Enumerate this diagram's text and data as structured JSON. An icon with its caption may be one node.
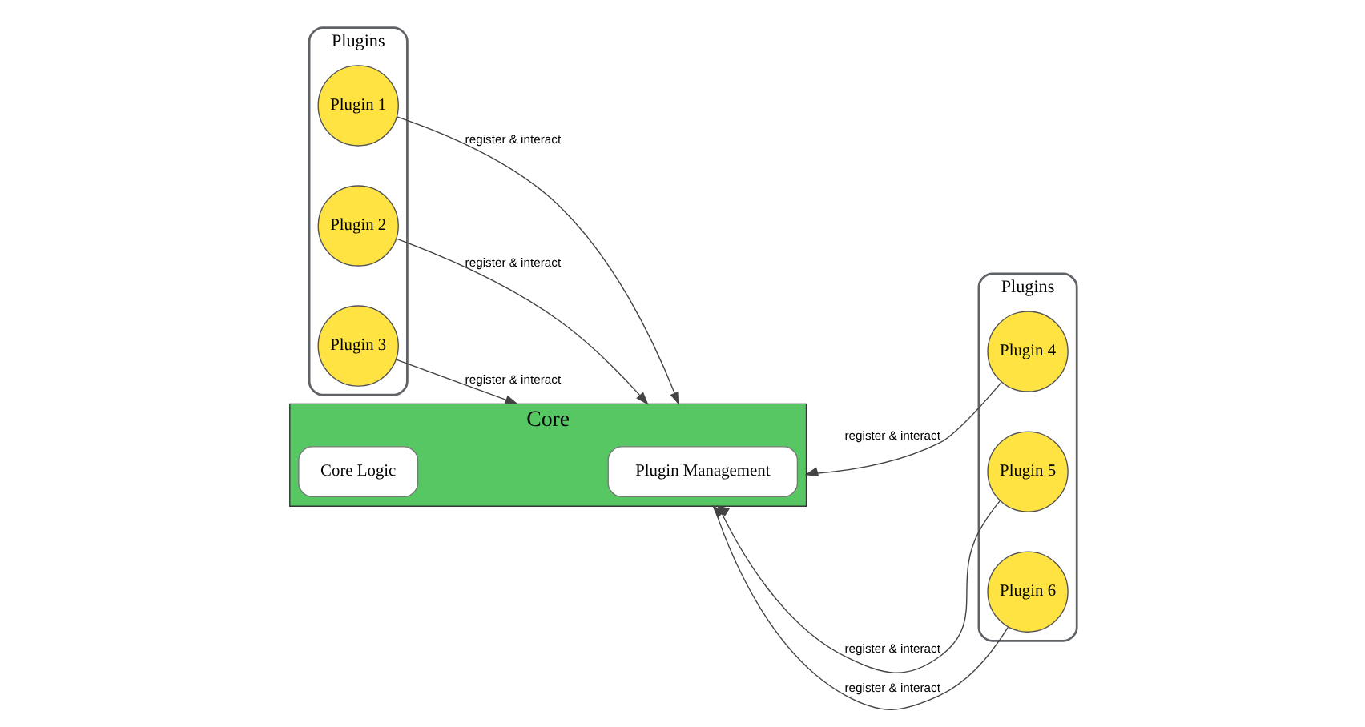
{
  "diagram": {
    "nodes": [
      {
        "text": [
          "Plugins"
        ]
      },
      {
        "text": [
          "Plugin 1"
        ],
        "in": 0
      },
      {
        "text": [
          "Plugin 2"
        ],
        "in": 0
      },
      {
        "text": [
          "Plugin 3"
        ],
        "in": 0
      },
      {
        "text": [
          "Core"
        ]
      },
      {
        "text": [
          "Core Logic"
        ],
        "in": 4
      },
      {
        "text": [
          "Plugin Management"
        ],
        "in": 4
      },
      {
        "text": [
          "Plugins"
        ]
      },
      {
        "text": [
          "Plugin 4"
        ],
        "in": 7
      },
      {
        "text": [
          "Plugin 5"
        ],
        "in": 7
      },
      {
        "text": [
          "Plugin 6"
        ],
        "in": 7
      }
    ],
    "edges": [
      {
        "from": 1,
        "to": 4,
        "arrow": "to",
        "label": "register & interact"
      },
      {
        "from": 2,
        "to": 4,
        "arrow": "to",
        "label": "register & interact"
      },
      {
        "from": 3,
        "to": 4,
        "arrow": "to",
        "label": "register & interact"
      },
      {
        "from": 8,
        "to": 4,
        "arrow": "to",
        "label": "register & interact"
      },
      {
        "from": 9,
        "to": 4,
        "arrow": "to",
        "label": "register & interact"
      },
      {
        "from": 10,
        "to": 4,
        "arrow": "to",
        "label": "register & interact"
      }
    ]
  }
}
